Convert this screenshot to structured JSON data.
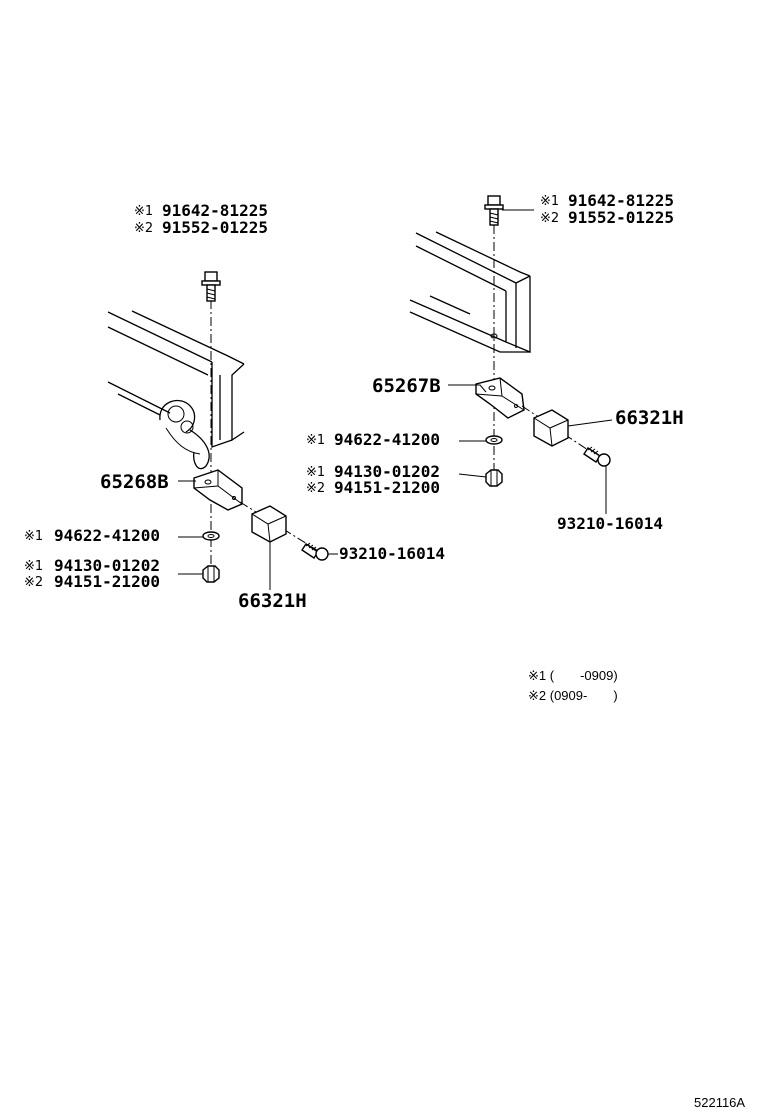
{
  "left": {
    "bolt_mark1": "※1",
    "bolt_pn1": "91642-81225",
    "bolt_mark2": "※2",
    "bolt_pn2": "91552-01225",
    "bracket_pn": "65268B",
    "washer_mark": "※1",
    "washer_pn": "94622-41200",
    "nut_mark1": "※1",
    "nut_pn1": "94130-01202",
    "nut_mark2": "※2",
    "nut_pn2": "94151-21200",
    "screw_pn": "93210-16014",
    "cushion_pn": "66321H"
  },
  "right": {
    "bolt_mark1": "※1",
    "bolt_pn1": "91642-81225",
    "bolt_mark2": "※2",
    "bolt_pn2": "91552-01225",
    "bracket_pn": "65267B",
    "cushion_pn": "66321H",
    "washer_mark": "※1",
    "washer_pn": "94622-41200",
    "nut_mark1": "※1",
    "nut_pn1": "94130-01202",
    "nut_mark2": "※2",
    "nut_pn2": "94151-21200",
    "screw_pn": "93210-16014"
  },
  "legend": {
    "line1": "※1 (　　-0909)",
    "line2": "※2 (0909-　　)"
  },
  "diagram_code": "522116A"
}
